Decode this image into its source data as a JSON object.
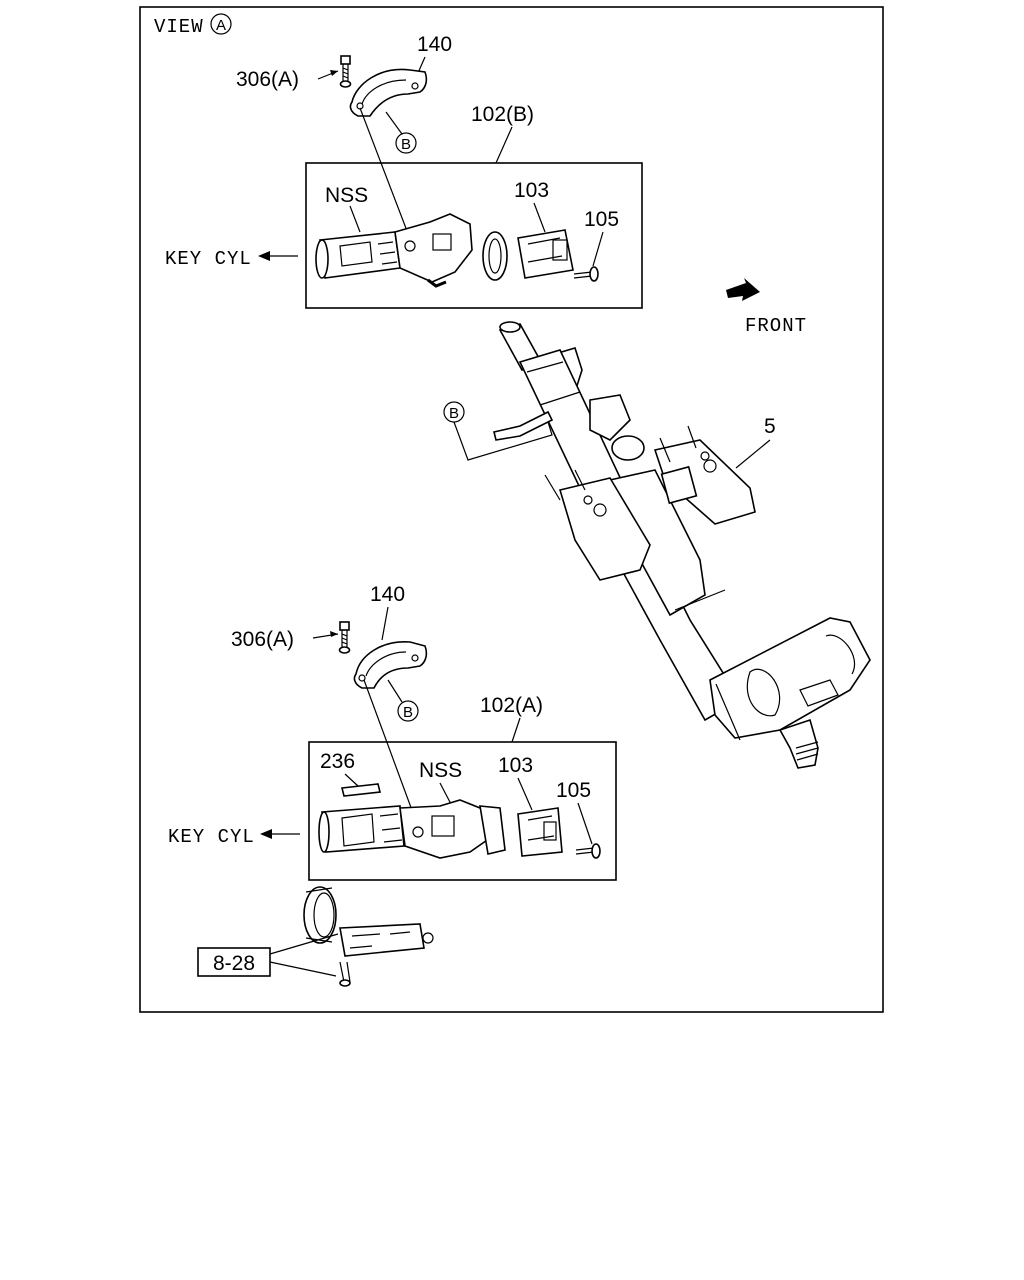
{
  "view_label": "VIEW",
  "view_marker": "A",
  "front_label": "FRONT",
  "circle_ref": "B",
  "upper_group": {
    "bolt": "306(A)",
    "clamp": "140",
    "box_ref": "102(B)",
    "nss": "NSS",
    "part_103": "103",
    "part_105": "105",
    "key_cyl": "KEY CYL"
  },
  "lower_group": {
    "bolt": "306(A)",
    "clamp": "140",
    "box_ref": "102(A)",
    "part_236": "236",
    "nss": "NSS",
    "part_103": "103",
    "part_105": "105",
    "key_cyl": "KEY CYL"
  },
  "column_ref": "5",
  "ref_box": "8-28"
}
